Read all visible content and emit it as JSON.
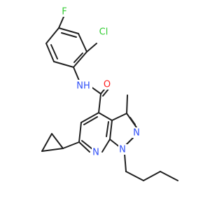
{
  "molecule": {
    "atoms": {
      "F": {
        "label": "F",
        "color": "#33CC33"
      },
      "Cl": {
        "label": "Cl",
        "color": "#33CC33"
      },
      "NH": {
        "label": "NH",
        "color": "#3050F8"
      },
      "O": {
        "label": "O",
        "color": "#FF2020"
      },
      "N_ring1": {
        "label": "N",
        "color": "#3050F8"
      },
      "N_ring2": {
        "label": "N",
        "color": "#3050F8"
      },
      "N_pyridine": {
        "label": "N",
        "color": "#3050F8"
      }
    },
    "bond_color": "#202020"
  }
}
